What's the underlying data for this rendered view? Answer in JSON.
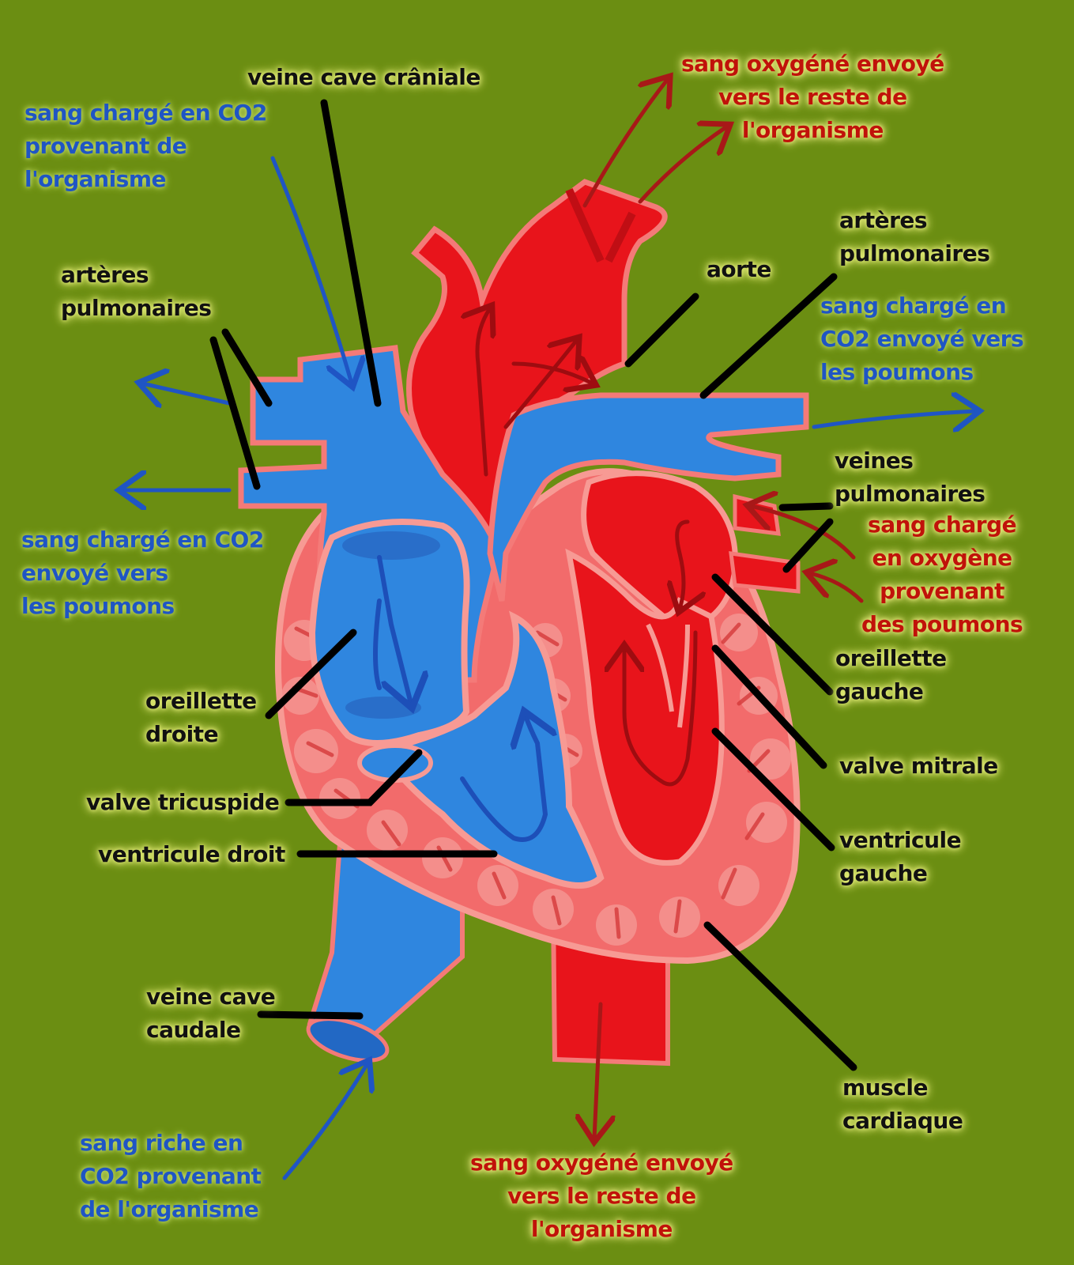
{
  "colors": {
    "background": "#6b8e12",
    "oxygenated_blood": "#e8141b",
    "deoxygenated_blood": "#2f86df",
    "heart_muscle": "#f26b6b",
    "label_black": "#111111",
    "label_blue": "#1f55c4",
    "label_red": "#c0120a"
  },
  "labels": {
    "veine_cave_craniale": "veine cave crâniale",
    "blood_in_top_left": [
      "sang chargé en CO2",
      "provenant de",
      "l'organisme"
    ],
    "blood_out_top_right": [
      "sang oxygéné envoyé",
      "vers le reste de",
      "l'organisme"
    ],
    "arteres_pulmonaires_left": [
      "artères",
      "pulmonaires"
    ],
    "aorte": "aorte",
    "arteres_pulmonaires_right": [
      "artères",
      "pulmonaires"
    ],
    "co2_to_lungs_right": [
      "sang chargé en",
      "CO2 envoyé vers",
      "les poumons"
    ],
    "co2_to_lungs_left": [
      "sang chargé en CO2",
      "envoyé vers",
      "les poumons"
    ],
    "veines_pulmonaires": [
      "veines",
      "pulmonaires"
    ],
    "oxygen_from_lungs": [
      "sang chargé",
      "en oxygène",
      "provenant",
      "des poumons"
    ],
    "oreillette_gauche": [
      "oreillette",
      "gauche"
    ],
    "oreillette_droite": [
      "oreillette",
      "droite"
    ],
    "valve_mitrale": "valve mitrale",
    "valve_tricuspide": "valve tricuspide",
    "ventricule_gauche": [
      "ventricule",
      "gauche"
    ],
    "ventricule_droit": "ventricule droit",
    "veine_cave_caudale": [
      "veine cave",
      "caudale"
    ],
    "muscle_cardiaque": [
      "muscle",
      "cardiaque"
    ],
    "blood_in_bottom_left": [
      "sang riche en",
      "CO2 provenant",
      "de l'organisme"
    ],
    "blood_out_bottom": [
      "sang oxygéné envoyé",
      "vers le reste de",
      "l'organisme"
    ]
  }
}
